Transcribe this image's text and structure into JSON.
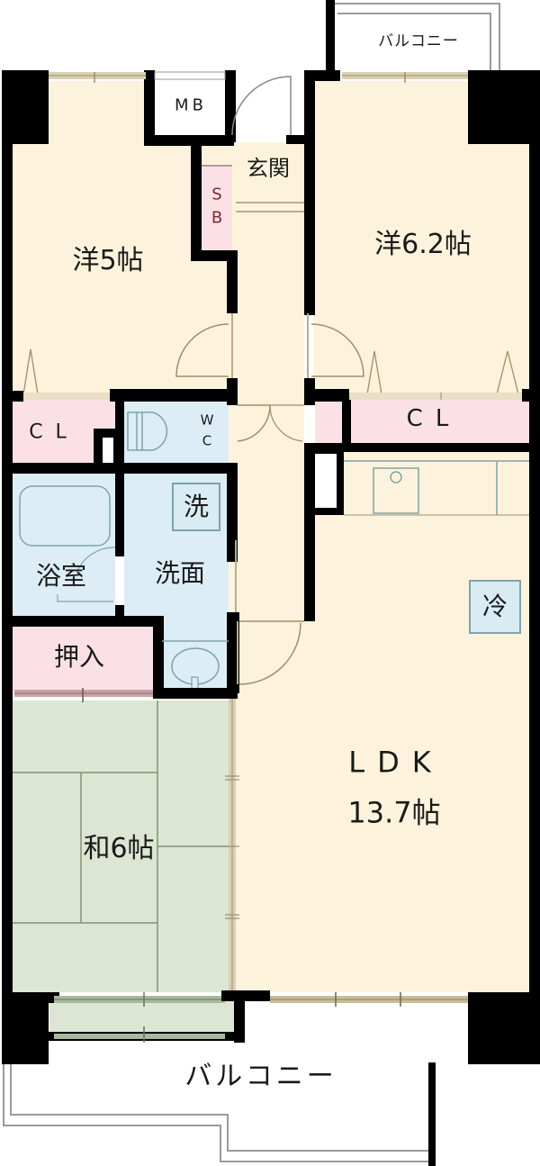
{
  "floor_plan": {
    "colors": {
      "wall": "#000000",
      "western_floor": "#fdf3dc",
      "storage_pink": "#fbe1e6",
      "wet_area_blue": "#dcedf6",
      "tatami_green": "#dde6d2",
      "balcony": "#ffffff",
      "window_frame": "#b8ad8c",
      "fixture_line": "#7ea3a8"
    },
    "rooms": {
      "western_room_1": {
        "label": "洋5帖"
      },
      "western_room_2": {
        "label": "洋6.2帖"
      },
      "entrance": {
        "label": "玄関"
      },
      "shoe_box": {
        "label_top": "S",
        "label_bottom": "B"
      },
      "meter_box": {
        "label": "MB"
      },
      "closet_left": {
        "label": "CL"
      },
      "closet_right": {
        "label": "CL"
      },
      "toilet": {
        "label_top": "W",
        "label_bottom": "C"
      },
      "bathroom": {
        "label": "浴室"
      },
      "washroom": {
        "label": "洗面"
      },
      "washing_machine": {
        "label": "洗"
      },
      "refrigerator": {
        "label": "冷"
      },
      "oshiire": {
        "label": "押入"
      },
      "japanese_room": {
        "label": "和6帖"
      },
      "ldk": {
        "label": "LDK",
        "size": "13.7帖"
      },
      "balcony_top": {
        "label": "バルコニー"
      },
      "balcony_bottom": {
        "label": "バルコニー"
      }
    }
  }
}
